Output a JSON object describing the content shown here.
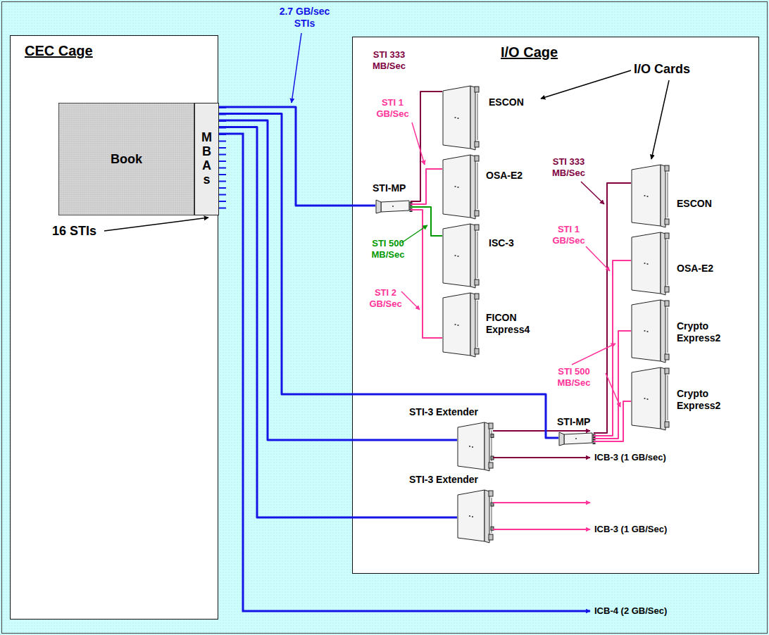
{
  "diagram": {
    "nodes": [
      {
        "text": [
          "CEC Cage"
        ]
      },
      {
        "text": [
          "Book"
        ],
        "in": 0
      },
      {
        "text": [
          "MBAs"
        ],
        "in": 0
      },
      {
        "text": [
          "I/O Cage"
        ]
      },
      {
        "text": [
          "STI-MP"
        ],
        "in": 3
      },
      {
        "text": [
          "ESCON"
        ],
        "in": 3
      },
      {
        "text": [
          "OSA-E2"
        ],
        "in": 3
      },
      {
        "text": [
          "ISC-3"
        ],
        "in": 3
      },
      {
        "text": [
          "FICON Express4"
        ],
        "in": 3
      },
      {
        "text": [
          "STI-MP"
        ],
        "in": 3
      },
      {
        "text": [
          "ESCON"
        ],
        "in": 3
      },
      {
        "text": [
          "OSA-E2"
        ],
        "in": 3
      },
      {
        "text": [
          "Crypto Express2"
        ],
        "in": 3
      },
      {
        "text": [
          "Crypto Express2"
        ],
        "in": 3
      },
      {
        "text": [
          "STI-3 Extender"
        ],
        "in": 3
      },
      {
        "text": [
          "STI-3 Extender"
        ],
        "in": 3
      }
    ],
    "edges": [
      {
        "from": 2,
        "to": 4,
        "arrow": "none"
      },
      {
        "from": 2,
        "to": 9,
        "arrow": "none"
      },
      {
        "from": 2,
        "to": 14,
        "arrow": "none"
      },
      {
        "from": 2,
        "to": 15,
        "arrow": "none"
      },
      {
        "from": 4,
        "to": 5,
        "arrow": "none"
      },
      {
        "from": 4,
        "to": 6,
        "arrow": "none"
      },
      {
        "from": 4,
        "to": 7,
        "arrow": "none"
      },
      {
        "from": 4,
        "to": 8,
        "arrow": "none"
      },
      {
        "from": 9,
        "to": 10,
        "arrow": "none"
      },
      {
        "from": 9,
        "to": 11,
        "arrow": "none"
      },
      {
        "from": 9,
        "to": 12,
        "arrow": "none"
      },
      {
        "from": 9,
        "to": 13,
        "arrow": "none"
      }
    ],
    "labels": [
      "2.7 GB/sec STIs",
      "16 STIs",
      "I/O Cards",
      "STI 333 MB/Sec",
      "STI 1 GB/Sec",
      "STI 500 MB/Sec",
      "STI 2 GB/Sec",
      "STI 333 MB/Sec",
      "STI 1 GB/Sec",
      "STI 500 MB/Sec",
      "ICB-3 (1 GB/sec)",
      "ICB-3 (1 GB/Sec)",
      "ICB-4 (2 GB/Sec)"
    ]
  }
}
